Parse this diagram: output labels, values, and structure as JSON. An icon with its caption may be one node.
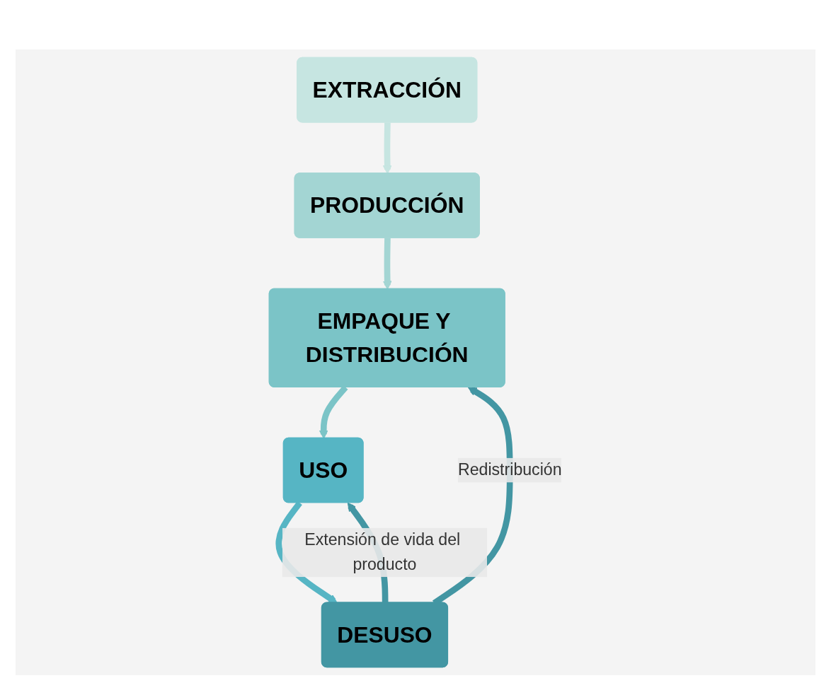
{
  "diagram": {
    "nodes": [
      {
        "text": [
          "EXTRACCIÓN"
        ]
      },
      {
        "text": [
          "PRODUCCIÓN"
        ]
      },
      {
        "text": [
          "EMPAQUE Y DISTRIBUCIÓN"
        ]
      },
      {
        "text": [
          "USO"
        ]
      },
      {
        "text": [
          "DESUSO"
        ]
      }
    ],
    "edges": [
      {
        "from": 0,
        "to": 1,
        "arrow": "to",
        "color": "#c6e5e1"
      },
      {
        "from": 1,
        "to": 2,
        "arrow": "to",
        "color": "#a3d5d3"
      },
      {
        "from": 2,
        "to": 3,
        "arrow": "to",
        "color": "#7bc4c7"
      },
      {
        "from": 3,
        "to": 4,
        "arrow": "to",
        "color": "#56b5c4"
      },
      {
        "from": 4,
        "to": 3,
        "label": "Extensión de vida del producto",
        "arrow": "to"
      },
      {
        "from": 4,
        "to": 2,
        "label": "Redistribución",
        "arrow": "to"
      }
    ]
  }
}
